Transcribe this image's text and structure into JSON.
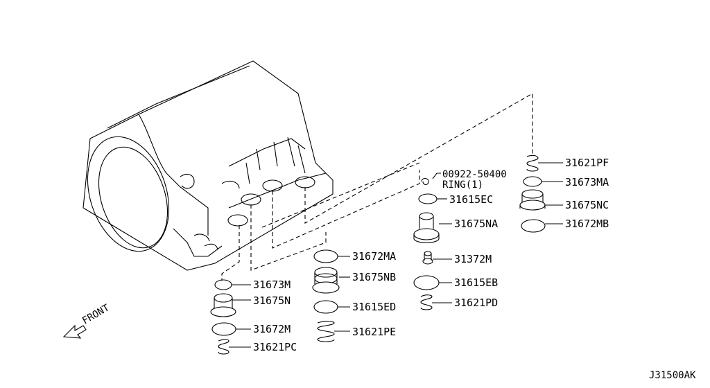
{
  "parts": [
    {
      "id": "p1",
      "label": "31621PF"
    },
    {
      "id": "p2",
      "label": "00922-50400"
    },
    {
      "id": "p3",
      "label": "RING(1)"
    },
    {
      "id": "p4",
      "label": "31673MA"
    },
    {
      "id": "p5",
      "label": "31615EC"
    },
    {
      "id": "p6",
      "label": "31675NC"
    },
    {
      "id": "p7",
      "label": "31675NA"
    },
    {
      "id": "p8",
      "label": "31672MB"
    },
    {
      "id": "p9",
      "label": "31672MA"
    },
    {
      "id": "p10",
      "label": "31372M"
    },
    {
      "id": "p11",
      "label": "31675NB"
    },
    {
      "id": "p12",
      "label": "31615EB"
    },
    {
      "id": "p13",
      "label": "31673M"
    },
    {
      "id": "p14",
      "label": "31675N"
    },
    {
      "id": "p15",
      "label": "31615ED"
    },
    {
      "id": "p16",
      "label": "31621PD"
    },
    {
      "id": "p17",
      "label": "31672M"
    },
    {
      "id": "p18",
      "label": "31621PE"
    },
    {
      "id": "p19",
      "label": "31621PC"
    }
  ],
  "front_label": "FRONT",
  "diagram_code": "J31500AK"
}
